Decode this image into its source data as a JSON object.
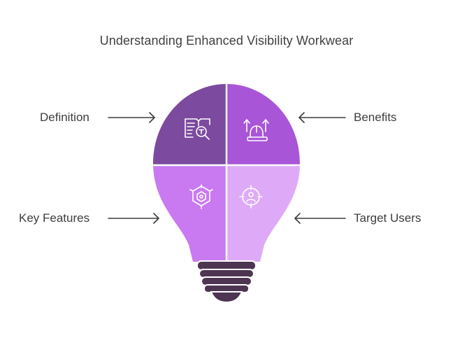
{
  "title": "Understanding Enhanced Visibility Workwear",
  "quadrants": [
    {
      "label": "Definition",
      "icon": "book-search-icon",
      "color": "#7c4a9e"
    },
    {
      "label": "Benefits",
      "icon": "hard-hat-arrows-icon",
      "color": "#a855d8"
    },
    {
      "label": "Key Features",
      "icon": "hexagon-network-icon",
      "color": "#c97af0"
    },
    {
      "label": "Target Users",
      "icon": "target-user-icon",
      "color": "#deaaf7"
    }
  ],
  "base_color": "#4e3552"
}
